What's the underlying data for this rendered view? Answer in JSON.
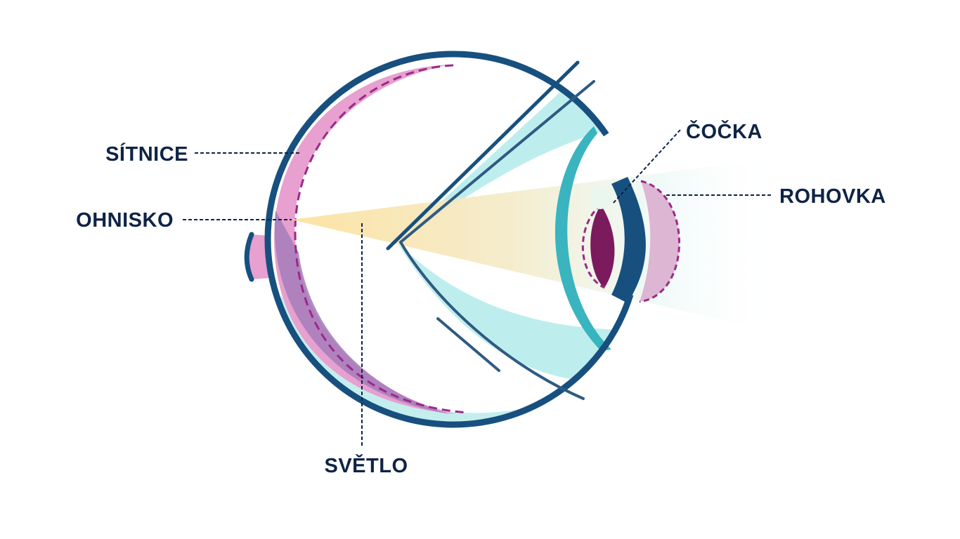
{
  "labels": {
    "retina": "SÍTNICE",
    "focus": "OHNISKO",
    "light": "SVĚTLO",
    "lens": "ČOČKA",
    "cornea": "ROHOVKA"
  },
  "colors": {
    "text": "#0e2347",
    "outline": "#17507f",
    "vitreous": "#bff0ee",
    "retina": "#e7a0cf",
    "retina_shadow": "#a97bba",
    "dashed": "#9a2a8a",
    "iris": "#17507f",
    "pupil": "#7c1a5e",
    "cornea": "#dcb6d2",
    "lens_ring": "#2fb0bc",
    "light_beam": "#fbe3a7",
    "leader_line": "#0e2347"
  }
}
